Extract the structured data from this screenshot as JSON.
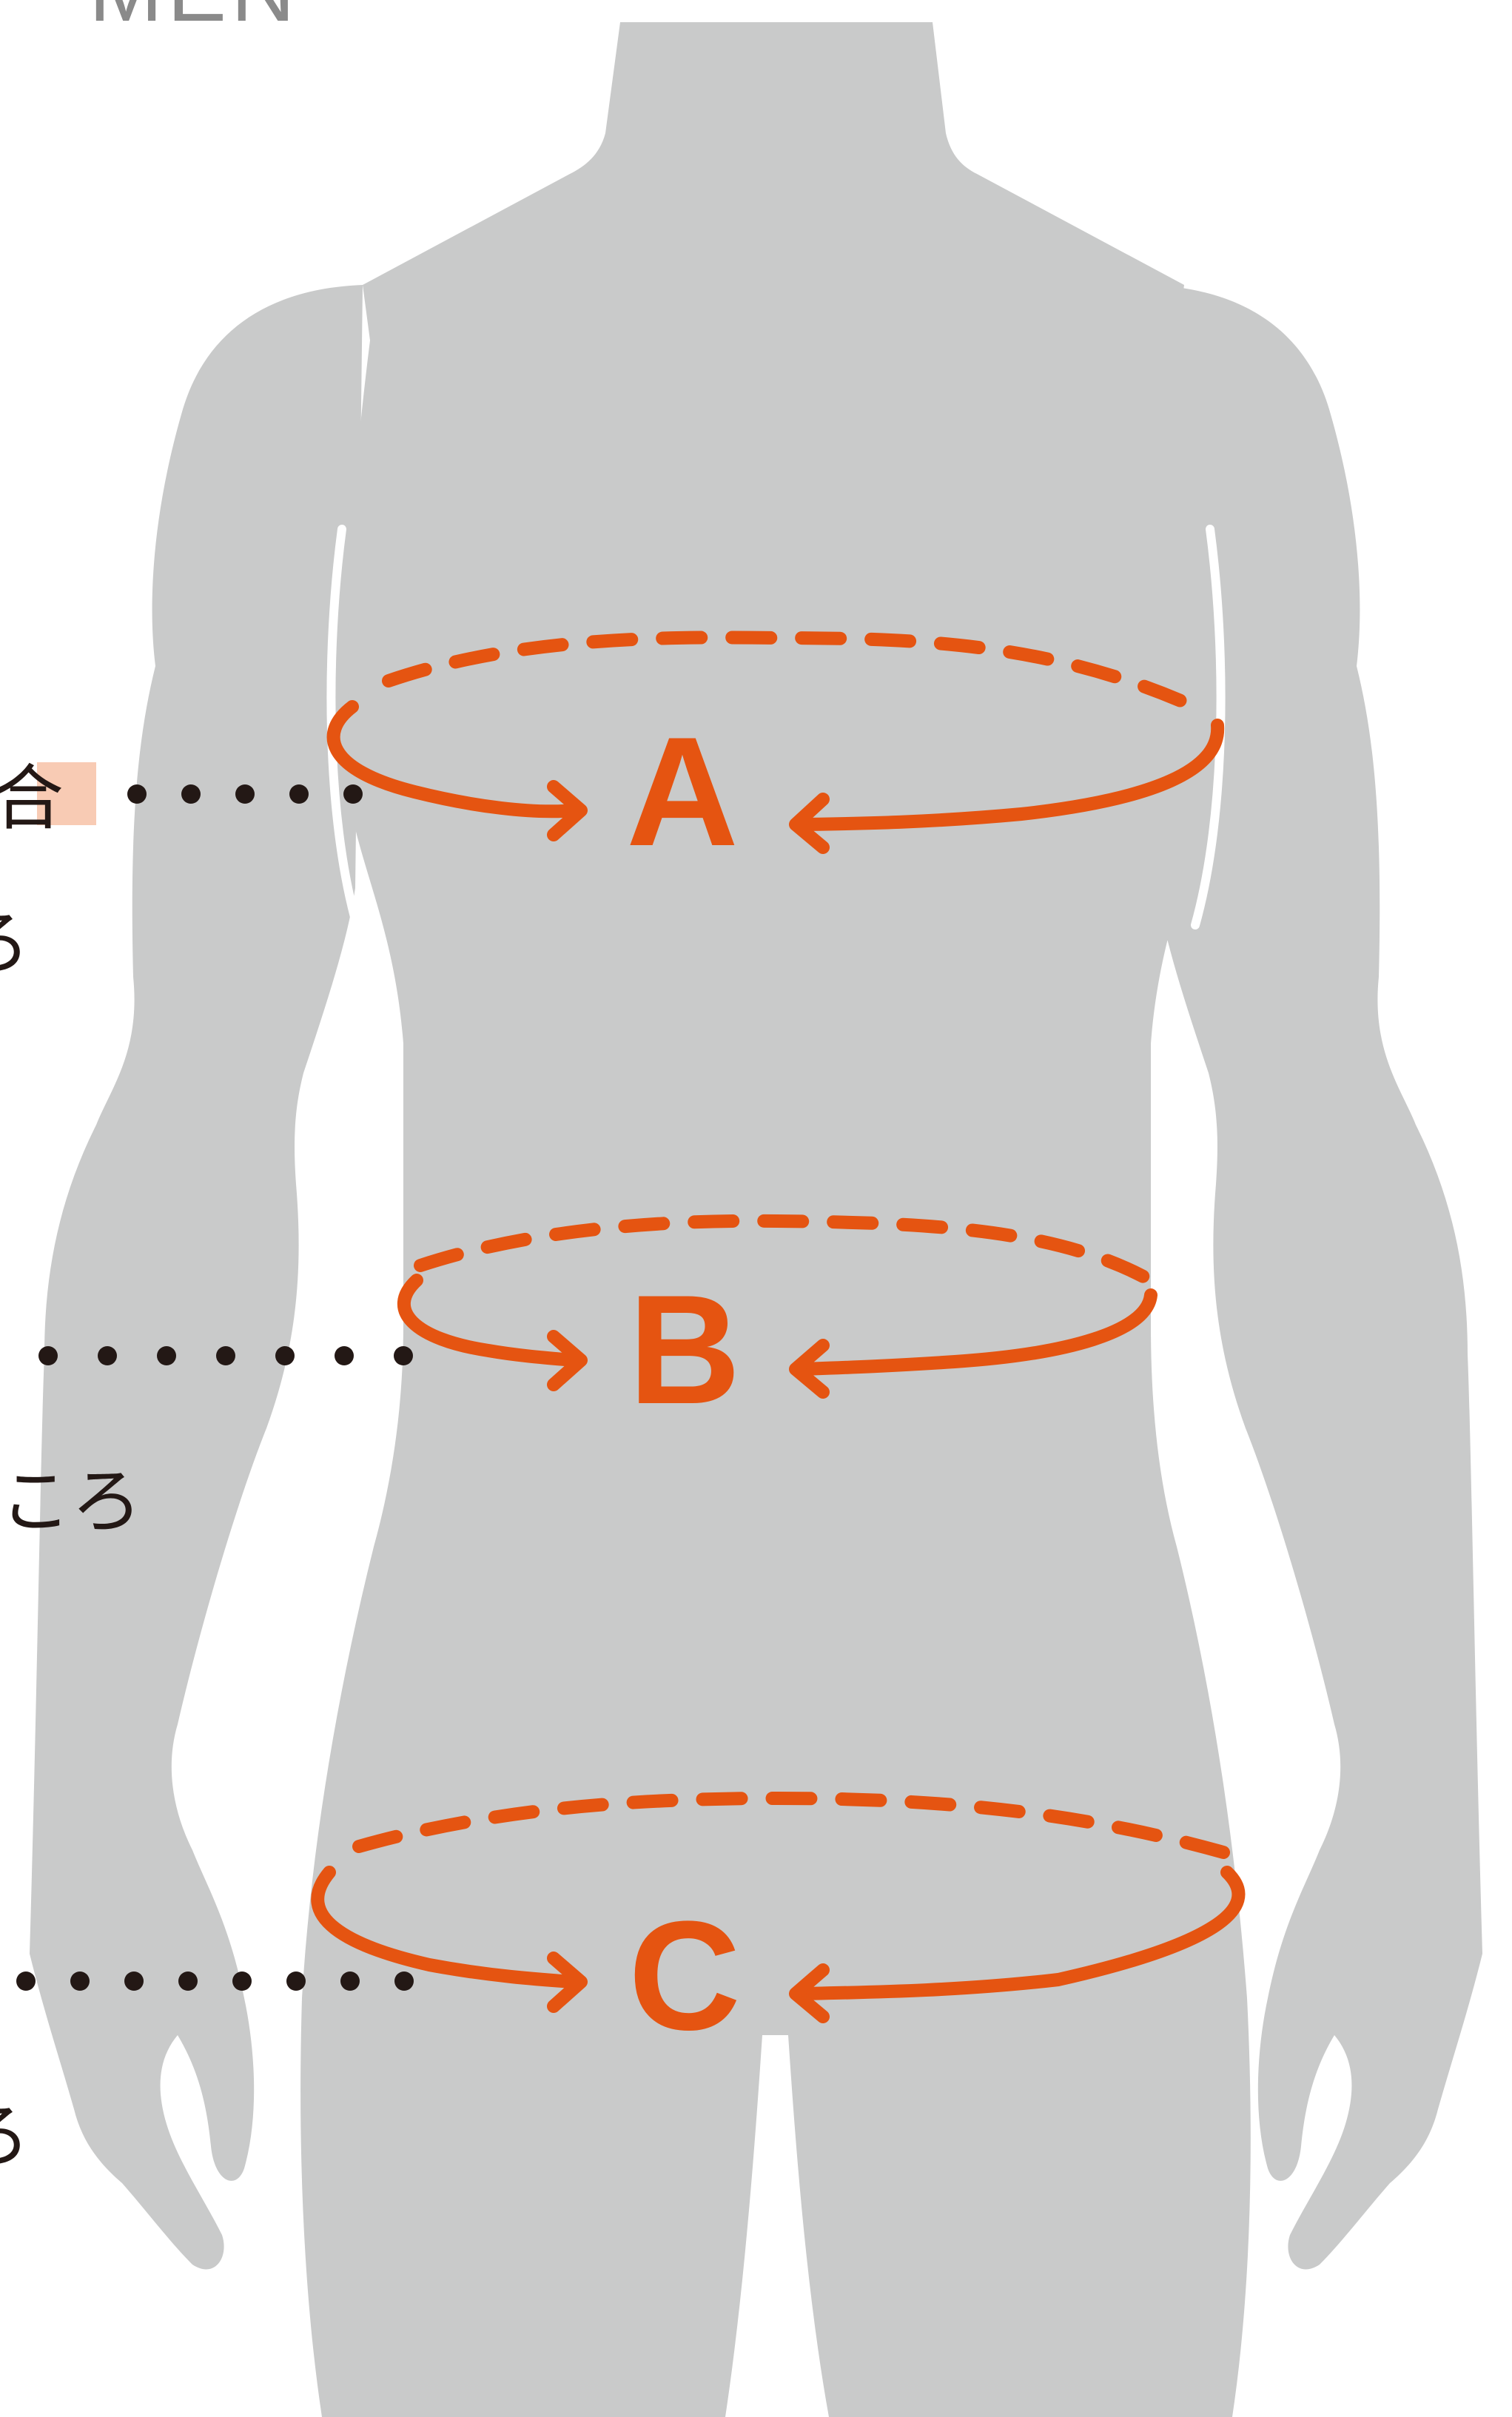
{
  "header": {
    "text": "MEN"
  },
  "text_fragments": {
    "left_1": "合",
    "left_2": "ろ",
    "left_3": "ころ",
    "left_4": "ろ"
  },
  "measurements": [
    {
      "id": "A",
      "label": "A"
    },
    {
      "id": "B",
      "label": "B"
    },
    {
      "id": "C",
      "label": "C"
    }
  ],
  "colors": {
    "silhouette": "#c9caca",
    "accent": "#e55411",
    "highlight": "#f8cbb4",
    "dots": "#231815",
    "header": "#8a8a8a"
  }
}
